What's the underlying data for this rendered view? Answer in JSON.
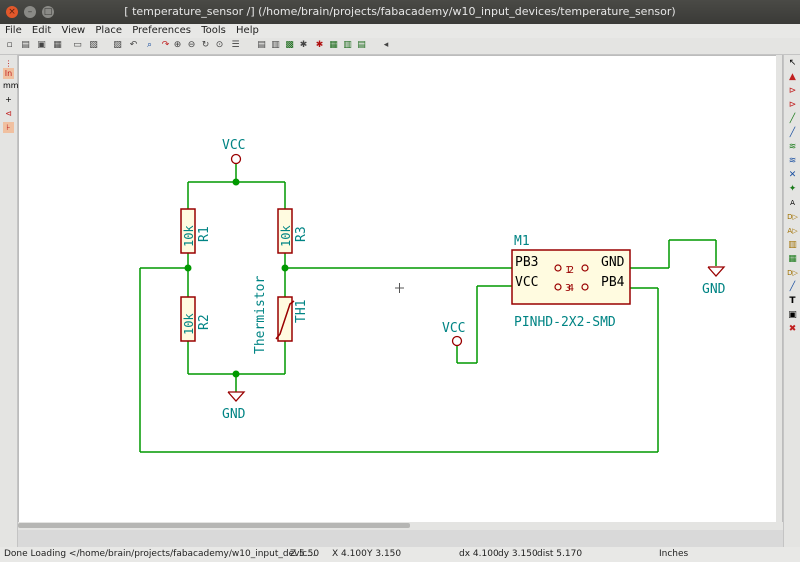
{
  "window": {
    "title": "[ temperature_sensor /] (/home/brain/projects/fabacademy/w10_input_devices/temperature_sensor)"
  },
  "menu": [
    "File",
    "Edit",
    "View",
    "Place",
    "Preferences",
    "Tools",
    "Help"
  ],
  "toolbar_icons": [
    "new-sheet-icon",
    "open-icon",
    "save-icon",
    "page-settings-icon",
    "print-icon",
    "plot-icon",
    "paste-icon",
    "undo-icon",
    "redo-icon",
    "find-icon",
    "zoom-in-icon",
    "zoom-out-icon",
    "zoom-redraw-icon",
    "zoom-fit-icon",
    "hierarchy-icon",
    "library-editor-icon",
    "library-browser-icon",
    "annotate-icon",
    "erc-icon",
    "netlist-icon",
    "bom-icon",
    "cvpcb-icon",
    "pcbnew-icon",
    "back-icon"
  ],
  "left_tools": [
    "grid-icon",
    "units-inches-icon",
    "units-mm-icon",
    "cursor-icon",
    "hidden-pins-icon",
    "bus-orient-icon"
  ],
  "right_tools": [
    "select-icon",
    "highlight-icon",
    "component-icon",
    "power-icon",
    "wire-icon",
    "bus-icon",
    "wire-entry-icon",
    "bus-entry-icon",
    "no-connect-icon",
    "junction-icon",
    "label-icon",
    "global-label-icon",
    "hier-label-icon",
    "sheet-icon",
    "import-pin-icon",
    "sheet-pin-icon",
    "line-icon",
    "text-icon",
    "image-icon",
    "delete-icon"
  ],
  "schematic": {
    "labels": {
      "vcc_top": "VCC",
      "gnd_left": "GND",
      "vcc_mid": "VCC",
      "gnd_right": "GND",
      "r1_ref": "R1",
      "r1_val": "10k",
      "r2_ref": "R2",
      "r2_val": "10k",
      "r3_ref": "R3",
      "r3_val": "10k",
      "th1_ref": "TH1",
      "th1_val": "Thermistor",
      "m1_ref": "M1",
      "m1_val": "PINHD-2X2-SMD",
      "pin_pb3": "PB3",
      "pin_vcc": "VCC",
      "pin_gnd": "GND",
      "pin_pb4": "PB4",
      "pin_num_1": "1",
      "pin_num_2": "2",
      "pin_num_3": "3",
      "pin_num_4": "4"
    },
    "colors": {
      "wire": "#009900",
      "component": "#990000",
      "label": "#008484",
      "junction": "#009900",
      "pin_text": "#000000"
    }
  },
  "status": {
    "message": "Done Loading </home/brain/projects/fabacademy/w10_input_devic...",
    "zoom": "Z 5.50",
    "x": "X 4.100",
    "y": "Y 3.150",
    "dx": "dx 4.100",
    "dy": "dy 3.150",
    "dist": "dist 5.170",
    "units": "Inches"
  }
}
